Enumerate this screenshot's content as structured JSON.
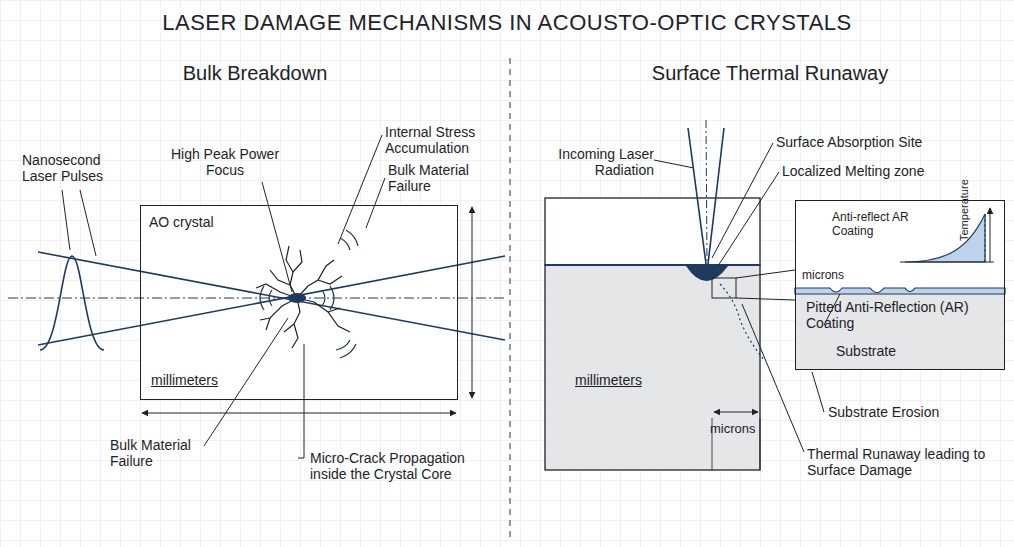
{
  "diagram": {
    "title": "LASER DAMAGE MECHANISMS IN ACOUSTO-OPTIC CRYSTALS",
    "nodes": [
      {
        "text": [
          "AO crystal",
          "millimeters"
        ]
      },
      {
        "text": [
          "Anti-reflect AR Coating",
          "Temperature",
          "microns",
          "Pitted Anti-Reflection (AR) Coating",
          "Substrate"
        ]
      }
    ],
    "labels": [
      "Bulk Breakdown",
      "Surface Thermal Runaway",
      "Nanosecond Laser Pulses",
      "High Peak Power Focus",
      "Internal Stress Accumulation",
      "Bulk Material Failure",
      "Bulk Material Failure",
      "Micro-Crack Propagation inside the Crystal Core",
      "Incoming Laser Radiation",
      "Surface Absorption Site",
      "Localized Melting zone",
      "millimeters",
      "microns",
      "Substrate Erosion",
      "Thermal Runaway leading to Surface Damage"
    ]
  }
}
